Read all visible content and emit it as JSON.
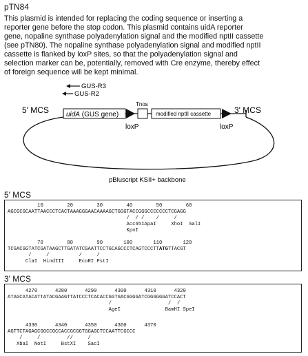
{
  "title": "pTN84",
  "description": [
    "This plasmid is intended for replacing the coding sequence or inserting a",
    "reporter gene before the stop codon.  This plasmid contains uidA reporter",
    "gene, nopaline synthase polyadenylation signal and the modified nptII cassette",
    "(see pTN80).  The nopaline synthase polyadenylation signal and modified nptII",
    "cassette is flanked by loxP sites, so that the polyadenylation signal and",
    "selection marker can be, potentially, removed with Cre enzyme, thereby effect",
    "of foreign sequence will be kept minimal."
  ],
  "map": {
    "primer_r3": "GUS-R3",
    "primer_r2": "GUS-R2",
    "mcs5": "5' MCS",
    "mcs3": "3' MCS",
    "gus_italic": "uidA",
    "gus_rest": " (GUS gene)",
    "tnos": "Tnos",
    "nptii": "modified nptII cassette",
    "loxp_left": "loxP",
    "loxp_right": "loxP",
    "backbone": "pBluscript KSII+ backbone"
  },
  "mcs5_section": {
    "label": "5' MCS",
    "block1": {
      "ruler": "          10        20        30        40        50        60",
      "seq": "AGCGCGCAATTAACCCTCACTAAAGGGAACAAAAGCTGGGTACCGGGCCCCCCCTCGAGG",
      "ticks": "                                        /  / /    /     /",
      "sites1": "                                        Acc65IApaI     XhoI  SalI",
      "sites2": "                                        KpnI"
    },
    "block2": {
      "ruler": "          70        80        90       100       110       120",
      "seq_before": "TCGACGGTATCGATAAGCTTGATATCGAATTCCTGCAGCCCTCAGTCCCTT",
      "seq_bold": "ATG",
      "seq_after": "TTACGT",
      "ticks": "       /     /          /     /",
      "sites": "      ClaI  HindIII     EcoRI PstI"
    }
  },
  "mcs3_section": {
    "label": "3' MCS",
    "block1": {
      "ruler": "      4270      4280      4290      4300      4310      4320",
      "seq": "ATAGCATACATTATACGAAGTTATCCCTCACACCGGTGACGGGGATCGGGGGGATCCACT",
      "ticks": "                                  /                   /  /",
      "sites": "                                  AgeI               BamHI SpeI"
    },
    "block2": {
      "ruler": "      4330      4340      4350      4360      4370",
      "seq": "AGTTCTAGAGCGGCCGCCACCGCGGTGGAGCTCCAATTCGCCC",
      "ticks": "    /     /         //     /",
      "sites": "   XbaI  NotI     BstXI    SacI"
    }
  }
}
